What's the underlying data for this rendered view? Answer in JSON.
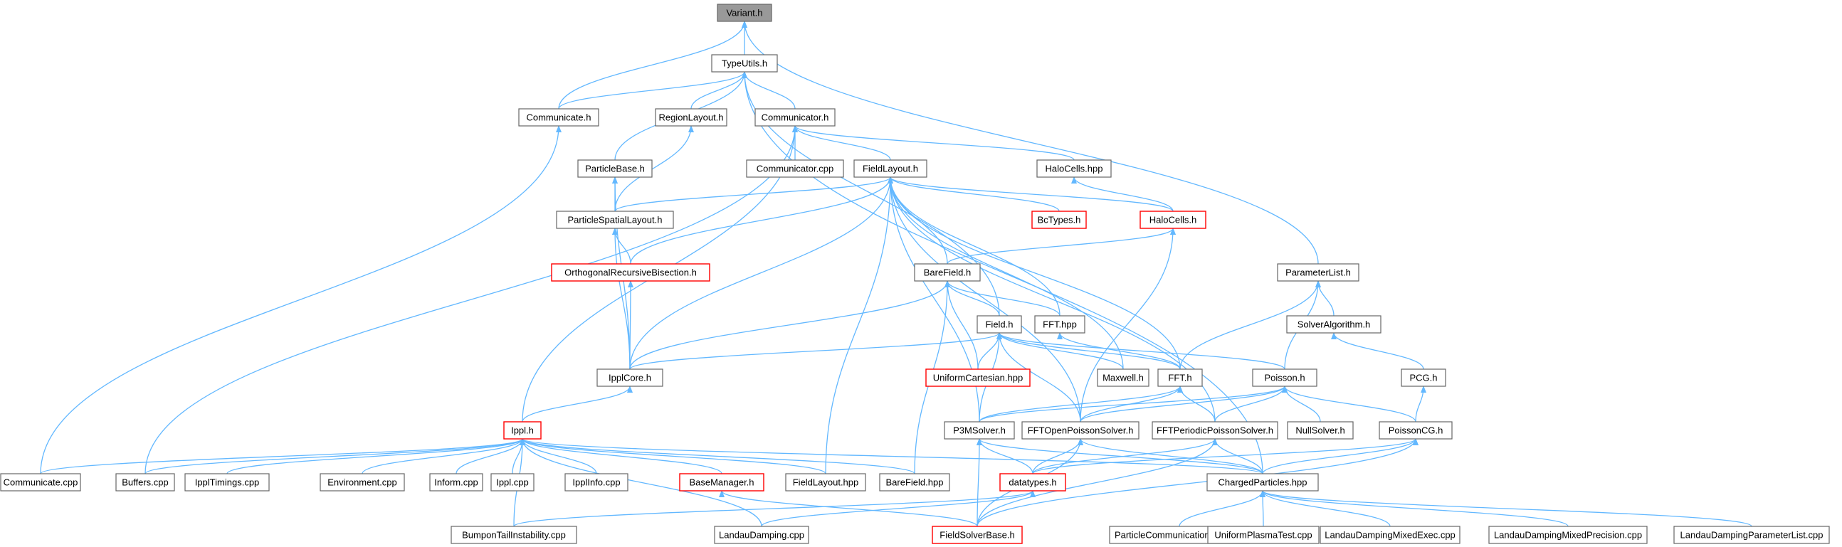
{
  "graph": {
    "nodes": [
      {
        "id": "variant",
        "label": "Variant.h",
        "style": "root"
      },
      {
        "id": "typeutils",
        "label": "TypeUtils.h"
      },
      {
        "id": "communicate_h",
        "label": "Communicate.h"
      },
      {
        "id": "regionlayout",
        "label": "RegionLayout.h"
      },
      {
        "id": "communicator_h",
        "label": "Communicator.h"
      },
      {
        "id": "particlebase",
        "label": "ParticleBase.h"
      },
      {
        "id": "communicator_cpp",
        "label": "Communicator.cpp"
      },
      {
        "id": "fieldlayout_h",
        "label": "FieldLayout.h"
      },
      {
        "id": "halocells_hpp",
        "label": "HaloCells.hpp"
      },
      {
        "id": "particlespatial",
        "label": "ParticleSpatialLayout.h"
      },
      {
        "id": "bctypes",
        "label": "BcTypes.h",
        "style": "red"
      },
      {
        "id": "halocells_h",
        "label": "HaloCells.h",
        "style": "red"
      },
      {
        "id": "orb",
        "label": "OrthogonalRecursiveBisection.h",
        "style": "red"
      },
      {
        "id": "barefield_h",
        "label": "BareField.h"
      },
      {
        "id": "parameterlist",
        "label": "ParameterList.h"
      },
      {
        "id": "solveralgorithm",
        "label": "SolverAlgorithm.h"
      },
      {
        "id": "field_h",
        "label": "Field.h"
      },
      {
        "id": "fft_hpp",
        "label": "FFT.hpp"
      },
      {
        "id": "pcg",
        "label": "PCG.h"
      },
      {
        "id": "ipplcore",
        "label": "IpplCore.h"
      },
      {
        "id": "uniformcartesian",
        "label": "UniformCartesian.hpp",
        "style": "red"
      },
      {
        "id": "maxwell",
        "label": "Maxwell.h"
      },
      {
        "id": "fft_h",
        "label": "FFT.h"
      },
      {
        "id": "poisson",
        "label": "Poisson.h"
      },
      {
        "id": "ippl_h",
        "label": "Ippl.h",
        "style": "red"
      },
      {
        "id": "p3m",
        "label": "P3MSolver.h"
      },
      {
        "id": "fftopen",
        "label": "FFTOpenPoissonSolver.h"
      },
      {
        "id": "fftperiodic",
        "label": "FFTPeriodicPoissonSolver.h"
      },
      {
        "id": "nullsolver",
        "label": "NullSolver.h"
      },
      {
        "id": "poissoncg",
        "label": "PoissonCG.h"
      },
      {
        "id": "communicate_cpp",
        "label": "Communicate.cpp"
      },
      {
        "id": "buffers",
        "label": "Buffers.cpp"
      },
      {
        "id": "ippltimings",
        "label": "IpplTimings.cpp"
      },
      {
        "id": "environment",
        "label": "Environment.cpp"
      },
      {
        "id": "inform",
        "label": "Inform.cpp"
      },
      {
        "id": "ippl_cpp",
        "label": "Ippl.cpp"
      },
      {
        "id": "ipplinfo",
        "label": "IpplInfo.cpp"
      },
      {
        "id": "basemanager",
        "label": "BaseManager.h",
        "style": "red"
      },
      {
        "id": "fieldlayout_hpp",
        "label": "FieldLayout.hpp"
      },
      {
        "id": "barefield_hpp",
        "label": "BareField.hpp"
      },
      {
        "id": "datatypes",
        "label": "datatypes.h",
        "style": "red"
      },
      {
        "id": "chargedparticles",
        "label": "ChargedParticles.hpp"
      },
      {
        "id": "bumpon",
        "label": "BumponTailInstability.cpp"
      },
      {
        "id": "landaudamping",
        "label": "LandauDamping.cpp"
      },
      {
        "id": "fieldsolverbase",
        "label": "FieldSolverBase.h",
        "style": "red"
      },
      {
        "id": "particlecomm",
        "label": "ParticleCommunicationTest.cpp"
      },
      {
        "id": "uniformplasma",
        "label": "UniformPlasmaTest.cpp"
      },
      {
        "id": "landaumixedexec",
        "label": "LandauDampingMixedExec.cpp"
      },
      {
        "id": "landaumixedprec",
        "label": "LandauDampingMixedPrecision.cpp"
      },
      {
        "id": "landauparamlist",
        "label": "LandauDampingParameterList.cpp"
      }
    ],
    "edges": [
      [
        "typeutils",
        "variant"
      ],
      [
        "communicate_h",
        "variant"
      ],
      [
        "parameterlist",
        "variant"
      ],
      [
        "communicate_h",
        "typeutils"
      ],
      [
        "regionlayout",
        "typeutils"
      ],
      [
        "communicator_h",
        "typeutils"
      ],
      [
        "particlebase",
        "typeutils"
      ],
      [
        "field_h",
        "typeutils"
      ],
      [
        "chargedparticles",
        "typeutils"
      ],
      [
        "communicate_cpp",
        "communicate_h"
      ],
      [
        "particlespatial",
        "regionlayout"
      ],
      [
        "communicator_cpp",
        "communicator_h"
      ],
      [
        "fieldlayout_h",
        "communicator_h"
      ],
      [
        "halocells_hpp",
        "communicator_h"
      ],
      [
        "ippl_h",
        "communicator_h"
      ],
      [
        "buffers",
        "communicator_h"
      ],
      [
        "particlespatial",
        "particlebase"
      ],
      [
        "ipplcore",
        "particlebase"
      ],
      [
        "particlespatial",
        "fieldlayout_h"
      ],
      [
        "bctypes",
        "fieldlayout_h"
      ],
      [
        "halocells_h",
        "fieldlayout_h"
      ],
      [
        "orb",
        "fieldlayout_h"
      ],
      [
        "barefield_h",
        "fieldlayout_h"
      ],
      [
        "fft_hpp",
        "fieldlayout_h"
      ],
      [
        "ipplcore",
        "fieldlayout_h"
      ],
      [
        "maxwell",
        "fieldlayout_h"
      ],
      [
        "fft_h",
        "fieldlayout_h"
      ],
      [
        "p3m",
        "fieldlayout_h"
      ],
      [
        "fftopen",
        "fieldlayout_h"
      ],
      [
        "fftperiodic",
        "fieldlayout_h"
      ],
      [
        "fieldlayout_hpp",
        "fieldlayout_h"
      ],
      [
        "halocells_h",
        "halocells_hpp"
      ],
      [
        "orb",
        "particlespatial"
      ],
      [
        "ipplcore",
        "particlespatial"
      ],
      [
        "barefield_h",
        "halocells_h"
      ],
      [
        "fftopen",
        "halocells_h"
      ],
      [
        "ipplcore",
        "orb"
      ],
      [
        "field_h",
        "barefield_h"
      ],
      [
        "fft_hpp",
        "barefield_h"
      ],
      [
        "uniformcartesian",
        "barefield_h"
      ],
      [
        "ipplcore",
        "barefield_h"
      ],
      [
        "barefield_hpp",
        "barefield_h"
      ],
      [
        "solveralgorithm",
        "parameterlist"
      ],
      [
        "poisson",
        "parameterlist"
      ],
      [
        "fft_h",
        "parameterlist"
      ],
      [
        "pcg",
        "solveralgorithm"
      ],
      [
        "uniformcartesian",
        "field_h"
      ],
      [
        "maxwell",
        "field_h"
      ],
      [
        "fft_h",
        "field_h"
      ],
      [
        "poisson",
        "field_h"
      ],
      [
        "p3m",
        "field_h"
      ],
      [
        "fftopen",
        "field_h"
      ],
      [
        "ipplcore",
        "field_h"
      ],
      [
        "fft_h",
        "fft_hpp"
      ],
      [
        "poissoncg",
        "pcg"
      ],
      [
        "ippl_h",
        "ipplcore"
      ],
      [
        "p3m",
        "fft_h"
      ],
      [
        "fftopen",
        "fft_h"
      ],
      [
        "fftperiodic",
        "fft_h"
      ],
      [
        "p3m",
        "poisson"
      ],
      [
        "fftopen",
        "poisson"
      ],
      [
        "fftperiodic",
        "poisson"
      ],
      [
        "nullsolver",
        "poisson"
      ],
      [
        "poissoncg",
        "poisson"
      ],
      [
        "communicate_cpp",
        "ippl_h"
      ],
      [
        "buffers",
        "ippl_h"
      ],
      [
        "ippltimings",
        "ippl_h"
      ],
      [
        "environment",
        "ippl_h"
      ],
      [
        "inform",
        "ippl_h"
      ],
      [
        "ippl_cpp",
        "ippl_h"
      ],
      [
        "ipplinfo",
        "ippl_h"
      ],
      [
        "basemanager",
        "ippl_h"
      ],
      [
        "fieldlayout_hpp",
        "ippl_h"
      ],
      [
        "barefield_hpp",
        "ippl_h"
      ],
      [
        "chargedparticles",
        "ippl_h"
      ],
      [
        "bumpon",
        "ippl_h"
      ],
      [
        "landaudamping",
        "ippl_h"
      ],
      [
        "datatypes",
        "p3m"
      ],
      [
        "fieldsolverbase",
        "p3m"
      ],
      [
        "chargedparticles",
        "p3m"
      ],
      [
        "datatypes",
        "fftopen"
      ],
      [
        "fieldsolverbase",
        "fftopen"
      ],
      [
        "chargedparticles",
        "fftopen"
      ],
      [
        "datatypes",
        "fftperiodic"
      ],
      [
        "fieldsolverbase",
        "fftperiodic"
      ],
      [
        "chargedparticles",
        "fftperiodic"
      ],
      [
        "datatypes",
        "poissoncg"
      ],
      [
        "fieldsolverbase",
        "poissoncg"
      ],
      [
        "chargedparticles",
        "poissoncg"
      ],
      [
        "fieldsolverbase",
        "basemanager"
      ],
      [
        "bumpon",
        "datatypes"
      ],
      [
        "landaudamping",
        "datatypes"
      ],
      [
        "particlecomm",
        "chargedparticles"
      ],
      [
        "uniformplasma",
        "chargedparticles"
      ],
      [
        "landaumixedexec",
        "chargedparticles"
      ],
      [
        "landaumixedprec",
        "chargedparticles"
      ],
      [
        "landauparamlist",
        "chargedparticles"
      ]
    ]
  }
}
